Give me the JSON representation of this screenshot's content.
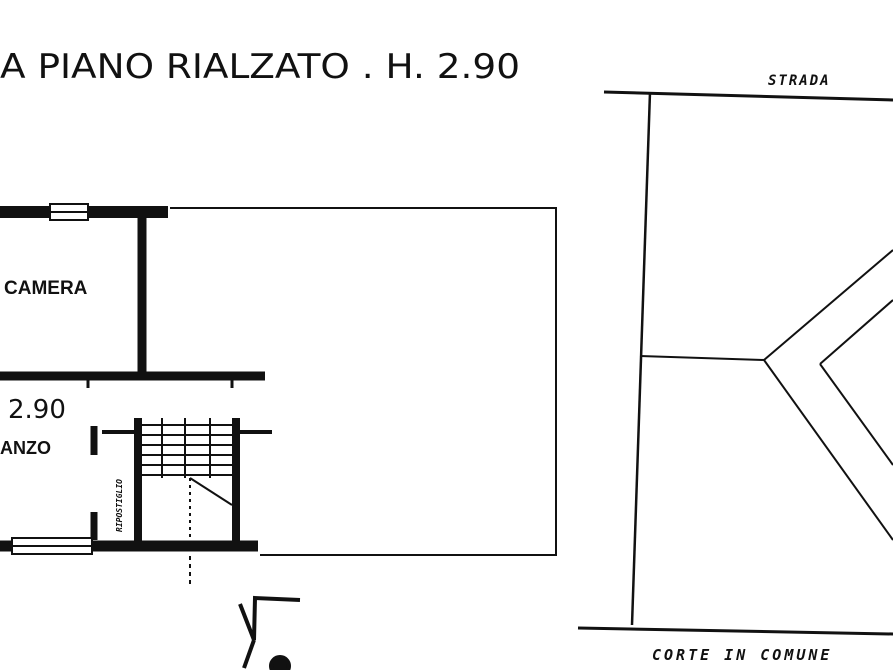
{
  "header": {
    "title": "A PIANO RIALZATO . H. 2.90"
  },
  "floor_plan": {
    "rooms": [
      {
        "label": "CAMERA"
      },
      {
        "label": "ANZO",
        "height_label": "2.90"
      }
    ],
    "vertical_note": "RIPOSTIGLIO"
  },
  "site_plan": {
    "top_label": "STRADA",
    "bottom_label": "CORTE IN COMUNE"
  },
  "colors": {
    "ink": "#111111",
    "paper": "#ffffff"
  }
}
